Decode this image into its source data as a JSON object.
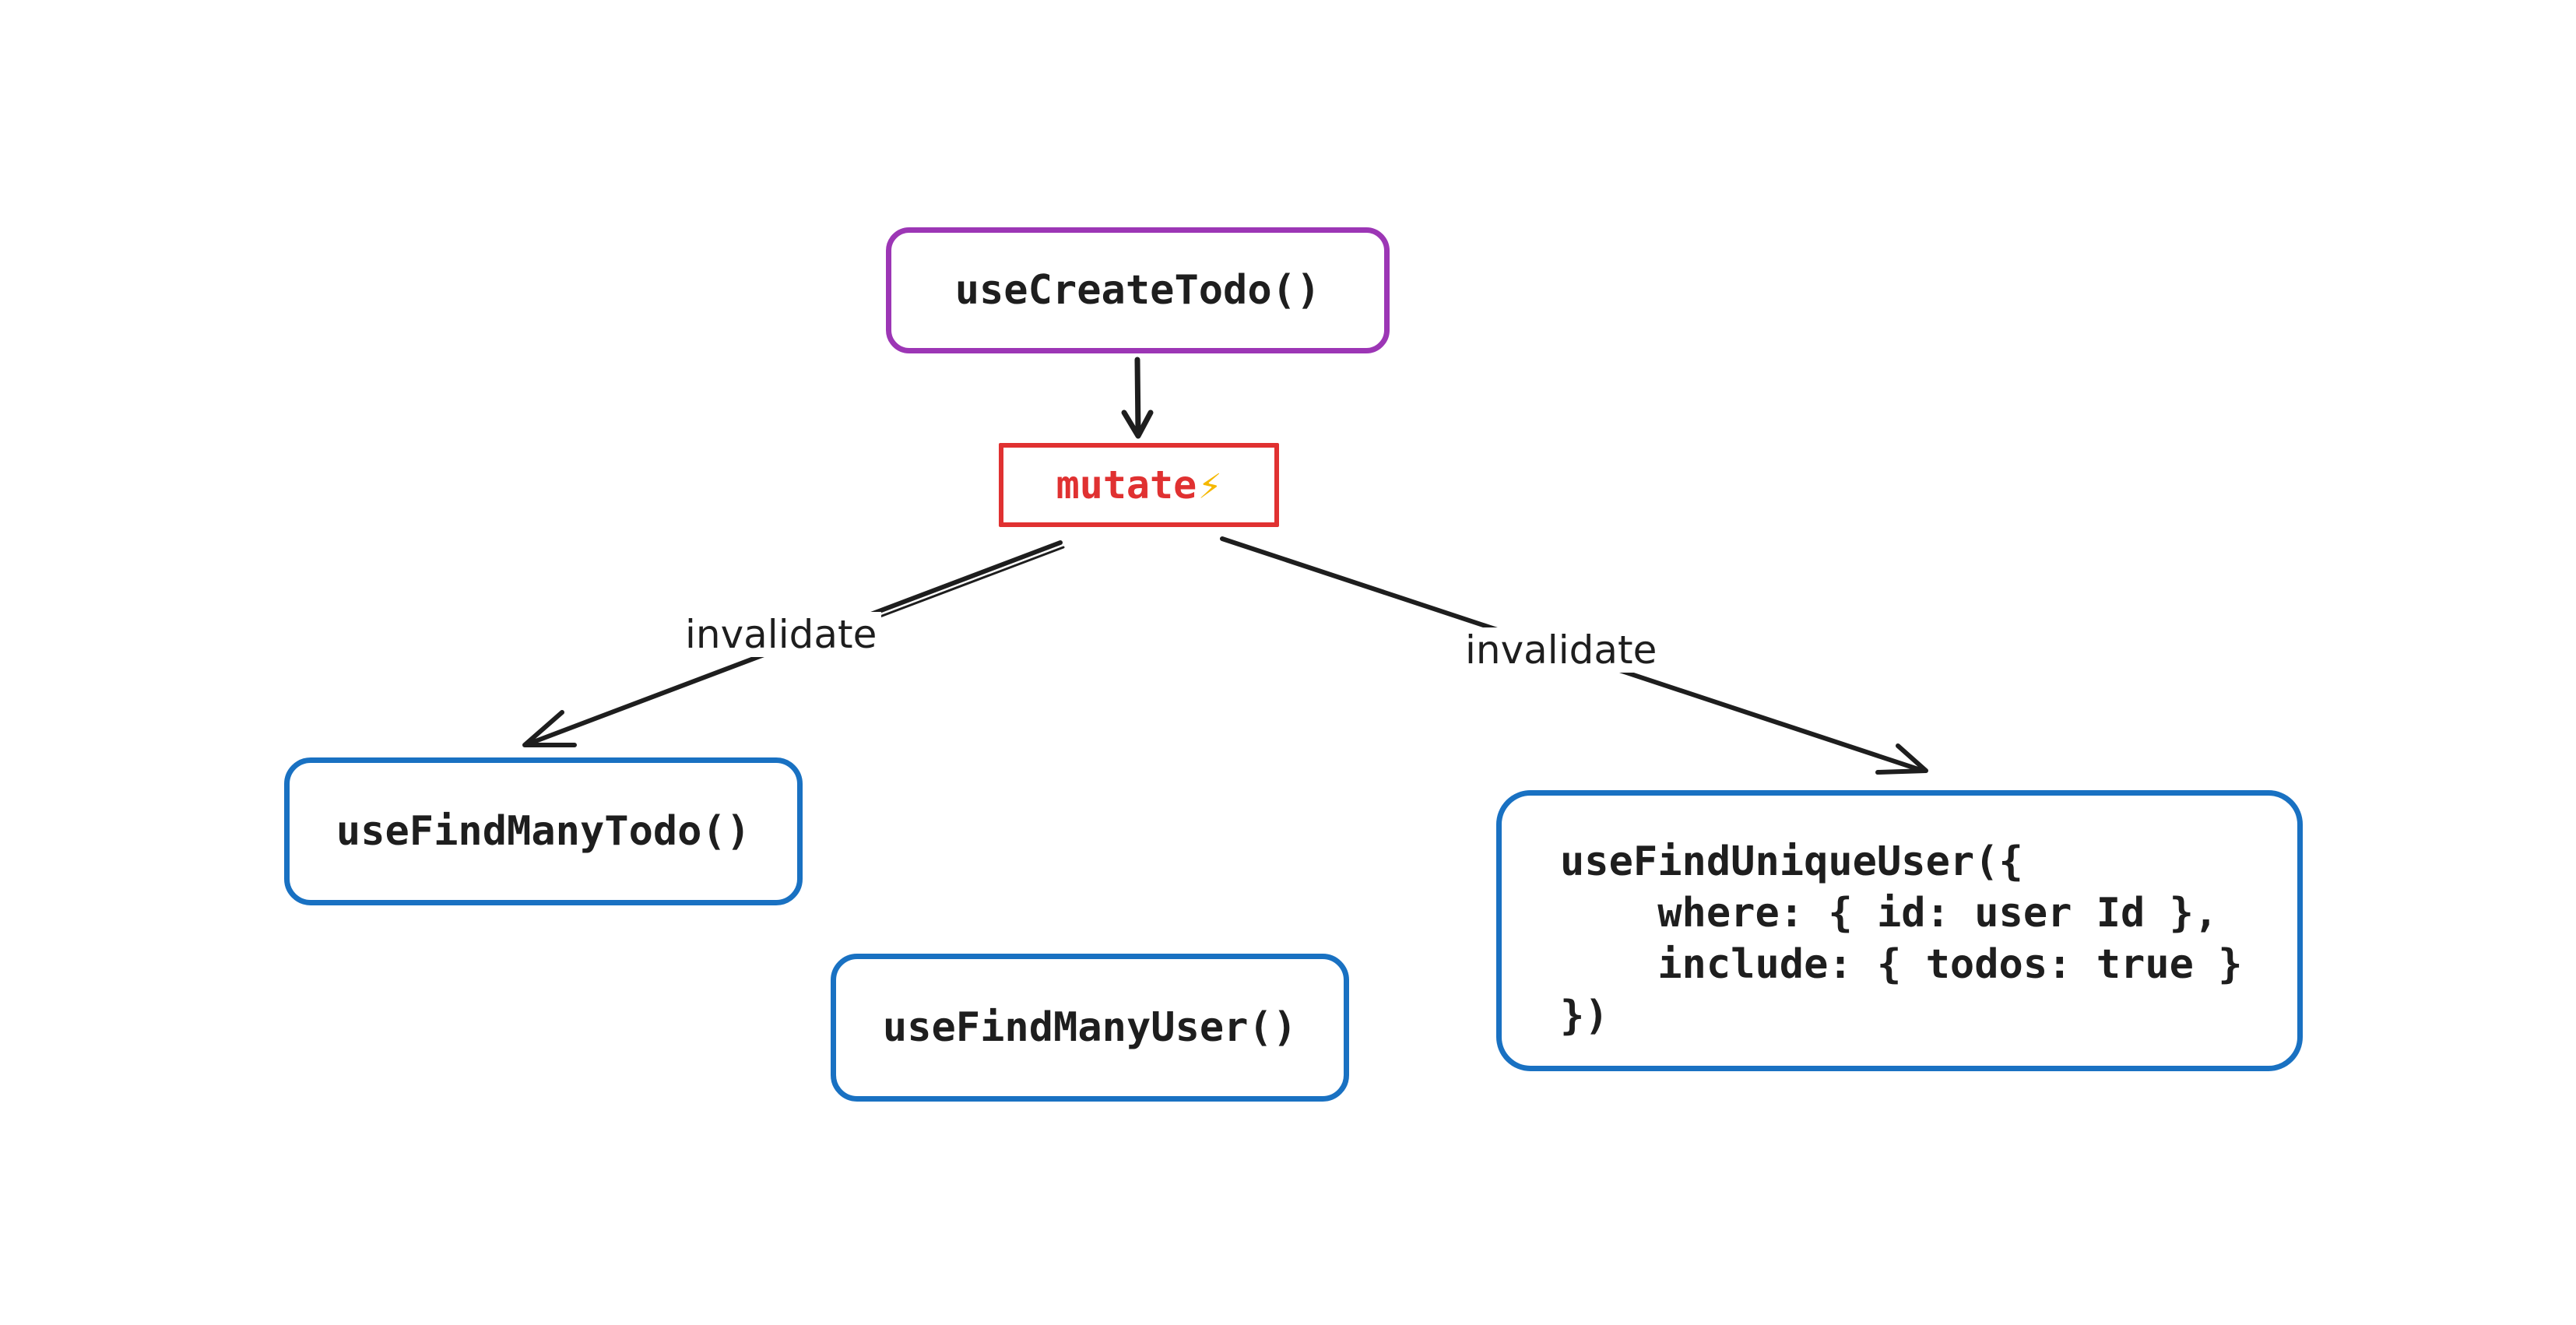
{
  "nodes": {
    "create": {
      "label": "useCreateTodo()",
      "color": "#9c36b5"
    },
    "mutate": {
      "label": "mutate",
      "icon": "⚡",
      "icon_name": "lightning-bolt-icon",
      "color": "#e03131"
    },
    "find_many_todo": {
      "label": "useFindManyTodo()",
      "color": "#1971c2"
    },
    "find_many_user": {
      "label": "useFindManyUser()",
      "color": "#1971c2"
    },
    "find_unique_user": {
      "lines": [
        "useFindUniqueUser({",
        "    where: { id: user Id },",
        "    include: { todos: true }",
        "})"
      ],
      "color": "#1971c2"
    }
  },
  "edges": {
    "invalidate_left": {
      "label": "invalidate"
    },
    "invalidate_right": {
      "label": "invalidate"
    }
  },
  "colors": {
    "stroke": "#1e1e1e",
    "background": "#ffffff"
  }
}
